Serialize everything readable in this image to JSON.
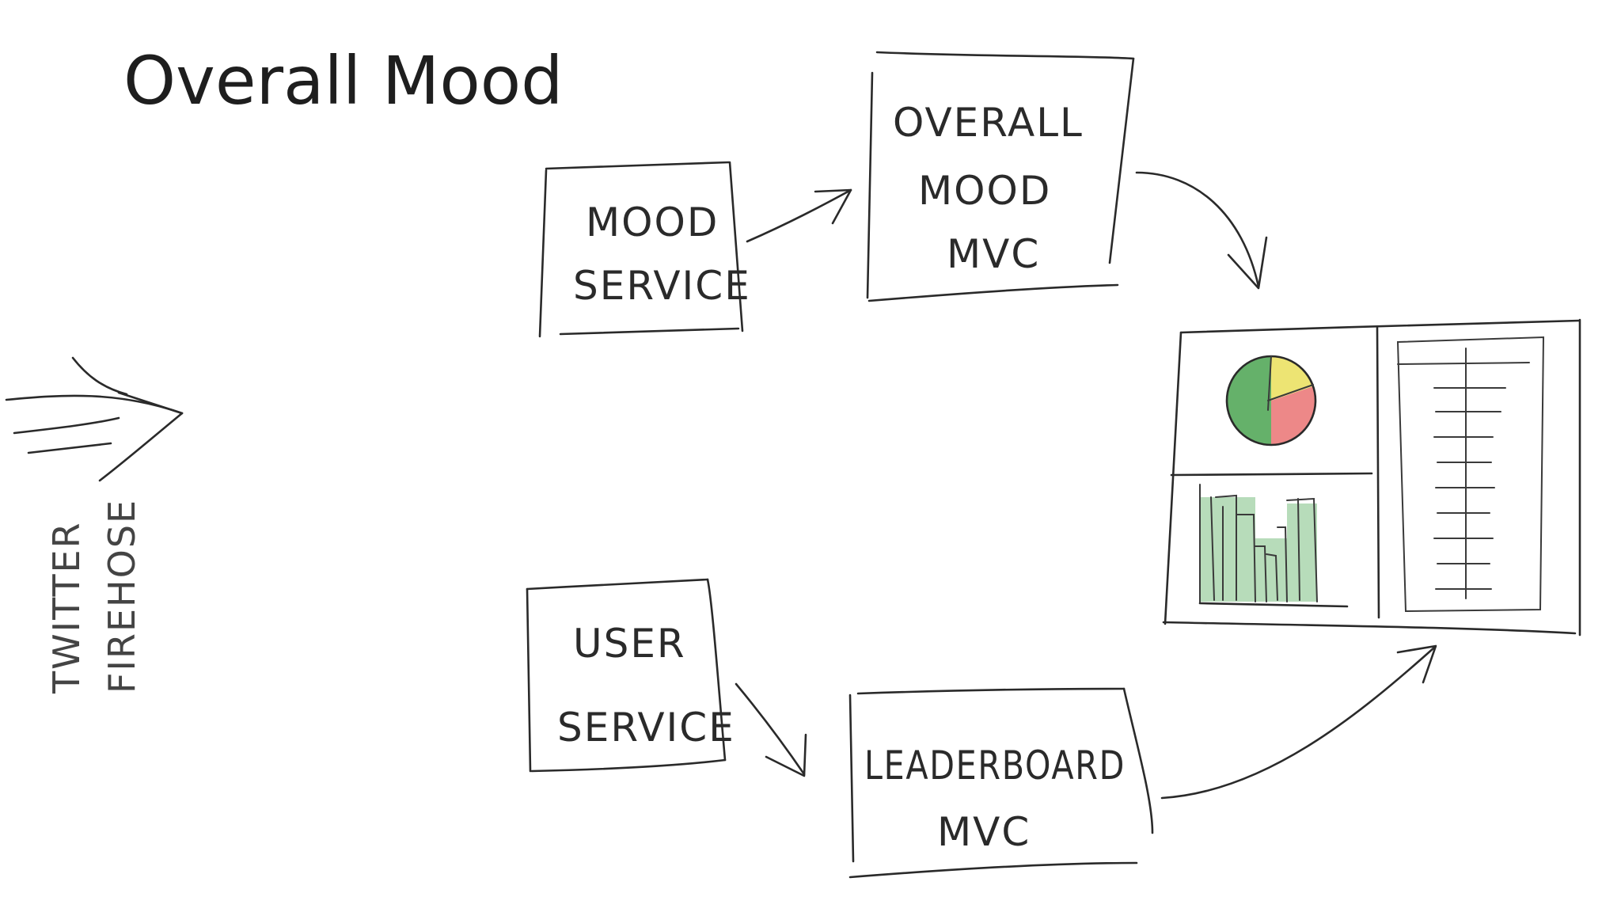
{
  "slide": {
    "title": "Overall Mood"
  },
  "source": {
    "label_line1": "TWITTER",
    "label_line2": "FIREHOSE"
  },
  "boxes": {
    "mood_service": {
      "line1": "MOOD",
      "line2": "SERVICE"
    },
    "overall_mood_mvc": {
      "line1": "OVERALL",
      "line2": "MOOD",
      "line3": "MVC"
    },
    "user_service": {
      "line1": "USER",
      "line2": "SERVICE"
    },
    "leaderboard_mvc": {
      "line1": "LEADERBOARD",
      "line2": "MVC"
    }
  },
  "dashboard": {
    "pie_colors": [
      "#3f9e45",
      "#e86a6a",
      "#eadf5a"
    ],
    "bar_fill": "#9fd0a3",
    "icon": "dashboard-sketch-icon"
  },
  "colors": {
    "ink": "#2a2a2a",
    "title": "#1e1e1e",
    "background": "#ffffff"
  }
}
